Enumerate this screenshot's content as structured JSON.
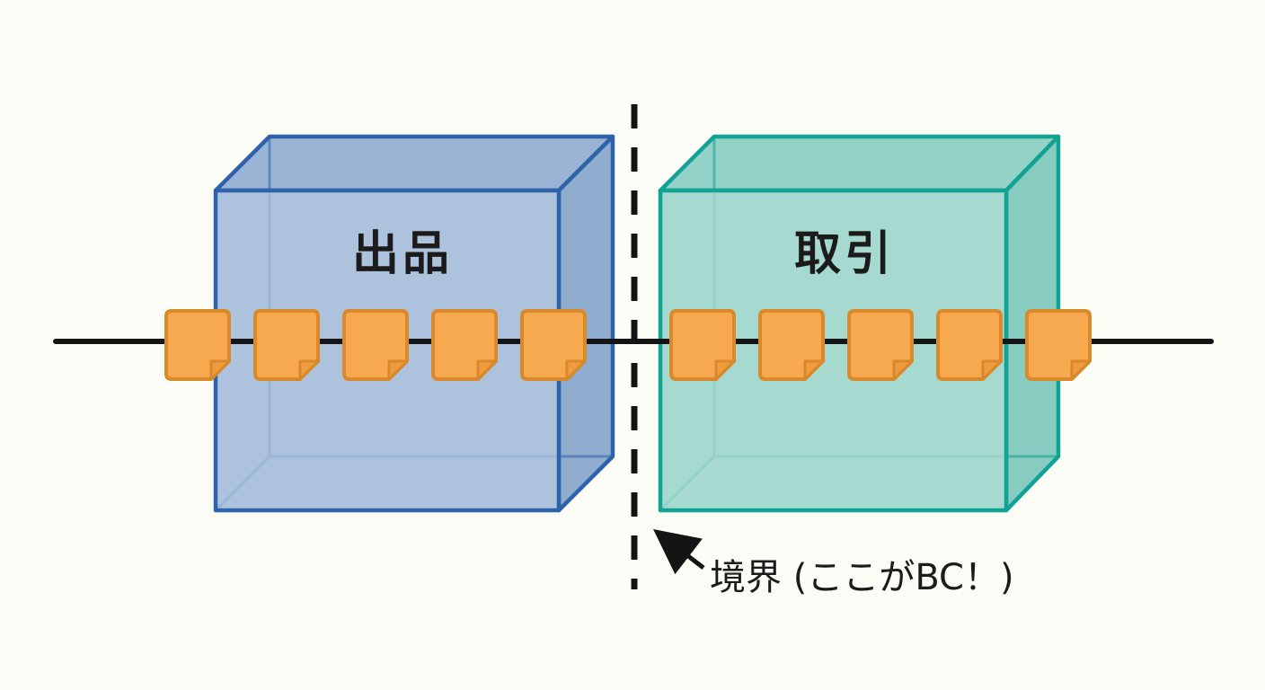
{
  "diagram": {
    "background": "#fcfcf7",
    "left_box": {
      "label": "出品",
      "front_fill": "#9fb9d8",
      "top_fill": "#8fadd0",
      "side_fill": "#87a6cc",
      "edge": "#2f63a9"
    },
    "right_box": {
      "label": "取引",
      "front_fill": "#97d3c9",
      "top_fill": "#8bcdc2",
      "side_fill": "#7ec8bc",
      "edge": "#12a294"
    },
    "timeline": {
      "color": "#141414"
    },
    "boundary": {
      "label": "境界 (ここがBC！)",
      "line_color": "#141414"
    },
    "documents": {
      "left_count": 5,
      "right_count": 5,
      "fill": "#f6a94f",
      "edge": "#d9882a",
      "fold_fill": "#ee9c3f"
    }
  }
}
